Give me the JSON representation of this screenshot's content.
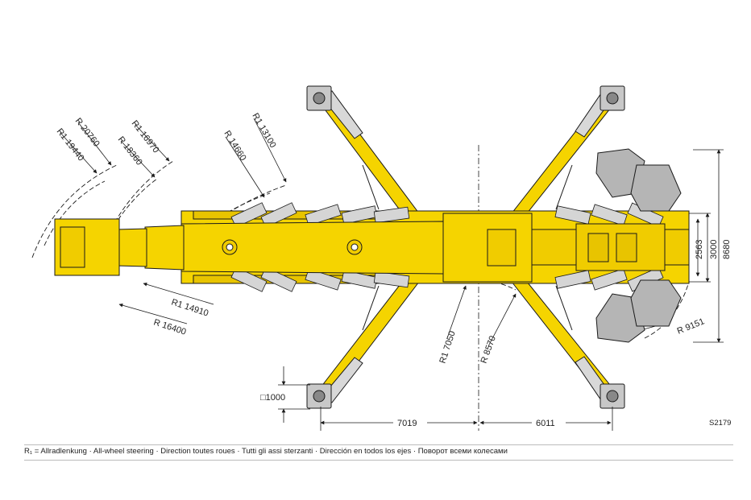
{
  "figure_code": "S2179",
  "legend": "R₁ = Allradlenkung · All-wheel steering · Direction toutes roues · Tutti gli assi sterzanti · Dirección en todos los ejes · Поворот всеми колесами",
  "radii": {
    "r1_19440": "R1 19440",
    "r_20760": "R 20760",
    "r_18360": "R 18360",
    "r1_16970": "R1 16970",
    "r_14660": "R 14660",
    "r1_13100": "R1 13100",
    "r1_14910": "R1 14910",
    "r_16400": "R 16400",
    "r1_7050": "R1 7050",
    "r_8570": "R 8570",
    "r_9151": "R 9151"
  },
  "dimensions": {
    "d_7019": "7019",
    "d_6011": "6011",
    "d_2563": "2563",
    "d_3000": "3000",
    "d_8680": "8680",
    "pad_1000": "□1000"
  },
  "colors": {
    "crane_yellow": "#f5d400",
    "counterweight_gray": "#b5b5b5",
    "line": "#1a1a1a"
  }
}
